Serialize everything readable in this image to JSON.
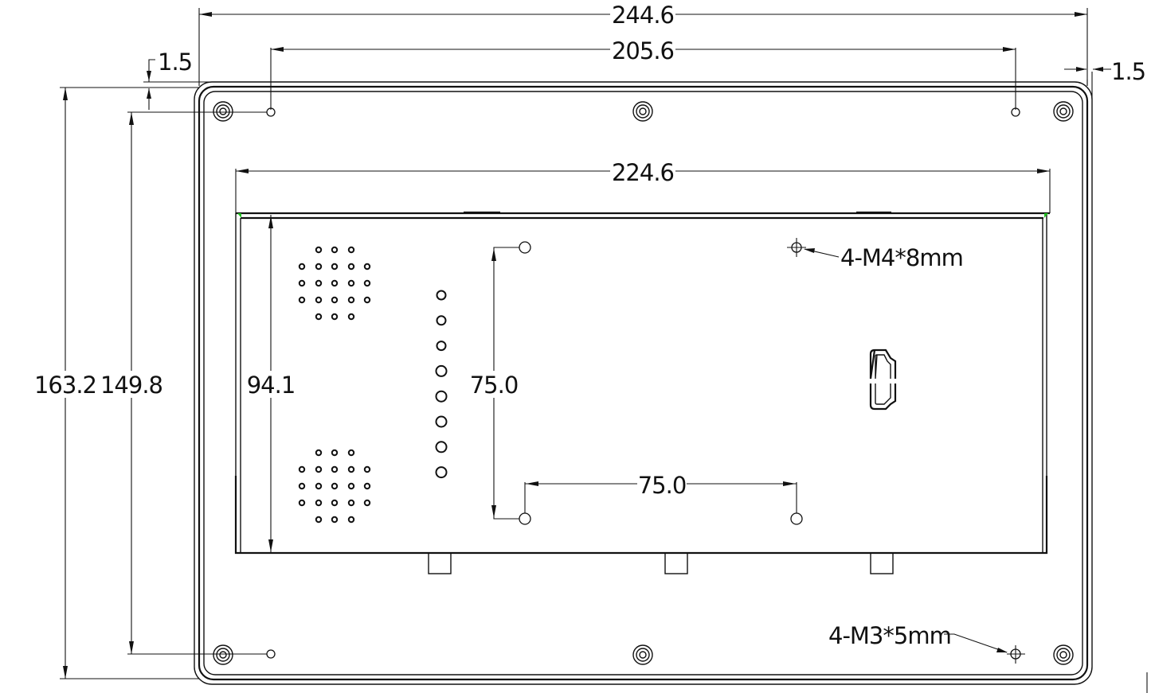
{
  "drawing": {
    "type": "mechanical-dimension-drawing",
    "subject": "display panel rear view",
    "units": "mm"
  },
  "dimensions": {
    "overall_width": "244.6",
    "mount_hole_span": "205.6",
    "inner_panel_width": "224.6",
    "overall_height": "163.2",
    "mount_hole_height": "149.8",
    "inner_panel_height": "94.1",
    "vesa_vertical": "75.0",
    "vesa_horizontal": "75.0",
    "top_margin": "1.5",
    "right_margin": "1.5"
  },
  "callouts": {
    "vesa_screws": "4-M4*8mm",
    "corner_screws": "4-M3*5mm"
  },
  "features": {
    "speaker_grille_count": 2,
    "speaker_grille_holes_each": 21,
    "button_column_count": 8,
    "vesa_hole_count": 4,
    "corner_bosses": 6,
    "small_mount_holes": 4,
    "bottom_tabs": 3,
    "connector": "hdmi-port"
  },
  "colors": {
    "line": "#111111",
    "background": "#ffffff",
    "accent_marker": "#1fbf1f"
  }
}
